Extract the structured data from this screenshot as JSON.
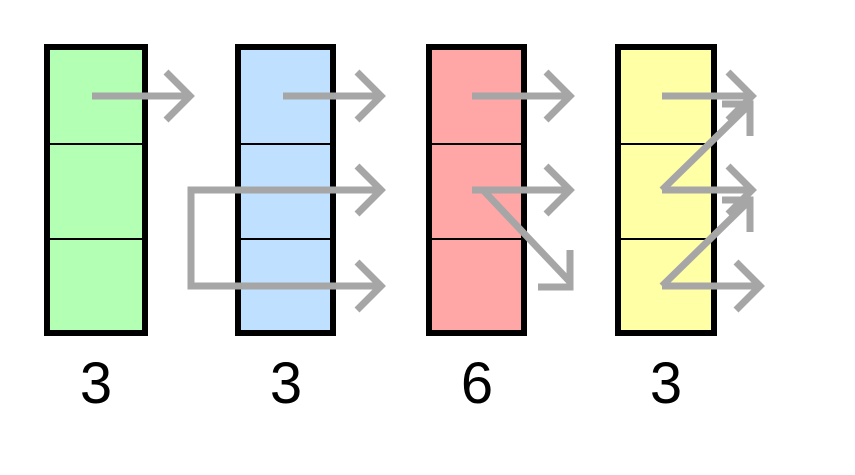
{
  "columns": [
    {
      "label": "3",
      "fill": "#b3ffb3"
    },
    {
      "label": "3",
      "fill": "#bfe0ff"
    },
    {
      "label": "6",
      "fill": "#ffa6a6"
    },
    {
      "label": "3",
      "fill": "#ffffa6"
    }
  ],
  "colors": {
    "arrow": "#a6a6a6",
    "border": "#000000",
    "background": "#ffffff"
  }
}
